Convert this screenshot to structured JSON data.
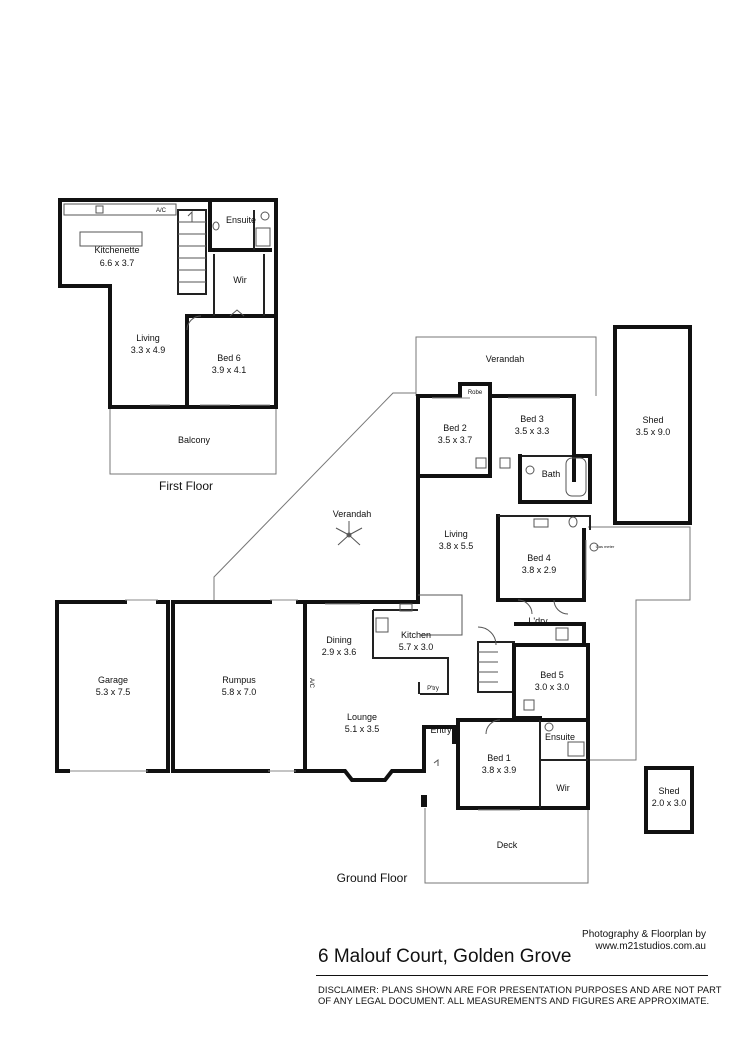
{
  "first_floor": {
    "label": "First Floor",
    "rooms": {
      "kitchenette": {
        "name": "Kitchenette",
        "dims": "6.6 x 3.7"
      },
      "living": {
        "name": "Living",
        "dims": "3.3 x 4.9"
      },
      "bed6": {
        "name": "Bed 6",
        "dims": "3.9 x 4.1"
      },
      "ensuite": {
        "name": "Ensuite"
      },
      "wir": {
        "name": "Wir"
      },
      "balcony": {
        "name": "Balcony"
      }
    },
    "ac_label": "A/C"
  },
  "ground_floor": {
    "label": "Ground Floor",
    "rooms": {
      "verandah_top": {
        "name": "Verandah"
      },
      "verandah_side": {
        "name": "Verandah"
      },
      "robe": {
        "name": "Robe"
      },
      "bed2": {
        "name": "Bed 2",
        "dims": "3.5 x 3.7"
      },
      "bed3": {
        "name": "Bed 3",
        "dims": "3.5 x 3.3"
      },
      "bath": {
        "name": "Bath"
      },
      "living": {
        "name": "Living",
        "dims": "3.8 x 5.5"
      },
      "bed4": {
        "name": "Bed 4",
        "dims": "3.8 x 2.9"
      },
      "laundry": {
        "name": "L'dry"
      },
      "kitchen": {
        "name": "Kitchen",
        "dims": "5.7 x 3.0"
      },
      "dining": {
        "name": "Dining",
        "dims": "2.9 x 3.6"
      },
      "pantry": {
        "name": "P'try"
      },
      "bed5": {
        "name": "Bed 5",
        "dims": "3.0 x 3.0"
      },
      "garage": {
        "name": "Garage",
        "dims": "5.3 x 7.5"
      },
      "rumpus": {
        "name": "Rumpus",
        "dims": "5.8 x 7.0"
      },
      "lounge": {
        "name": "Lounge",
        "dims": "5.1 x 3.5"
      },
      "entry": {
        "name": "Entry"
      },
      "ensuite": {
        "name": "Ensuite"
      },
      "bed1": {
        "name": "Bed 1",
        "dims": "3.8 x 3.9"
      },
      "wir": {
        "name": "Wir"
      },
      "deck": {
        "name": "Deck"
      }
    },
    "ac_label": "A/C",
    "gas_label": "Gas meter"
  },
  "sheds": {
    "large": {
      "name": "Shed",
      "dims": "3.5 x 9.0"
    },
    "small": {
      "name": "Shed",
      "dims": "2.0 x 3.0"
    }
  },
  "footer": {
    "credit_line1": "Photography & Floorplan by",
    "credit_line2": "www.m21studios.com.au",
    "address": "6 Malouf Court, Golden Grove",
    "disclaimer_line1": "DISCLAIMER:  PLANS SHOWN ARE FOR PRESENTATION PURPOSES AND ARE NOT PART",
    "disclaimer_line2": "OF ANY LEGAL DOCUMENT. ALL MEASUREMENTS AND FIGURES ARE APPROXIMATE."
  }
}
